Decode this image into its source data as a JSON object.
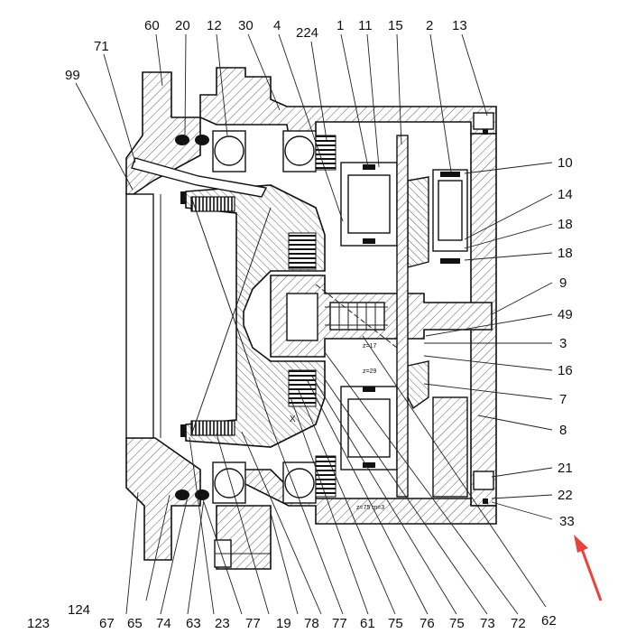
{
  "drawing": {
    "top_labels": [
      "60",
      "20",
      "12",
      "30",
      "4",
      "224",
      "1",
      "11",
      "15",
      "2",
      "13"
    ],
    "left_top_labels": [
      "71",
      "99"
    ],
    "right_labels": [
      "10",
      "14",
      "18",
      "18",
      "9",
      "49",
      "3",
      "16",
      "7",
      "8",
      "21",
      "22",
      "33"
    ],
    "bottom_labels": [
      "123",
      "124",
      "67",
      "65",
      "74",
      "63",
      "23",
      "77",
      "19",
      "78",
      "77",
      "61",
      "75",
      "76",
      "75",
      "73",
      "72",
      "62"
    ],
    "annotations": {
      "gear_z17": "z=17",
      "gear_z29": "z=29",
      "ring_gear": "z=75 m=3",
      "section_mark": "X"
    },
    "colors": {
      "line": "#111111",
      "hatch": "#333333",
      "arrow": "#e8423a"
    }
  }
}
